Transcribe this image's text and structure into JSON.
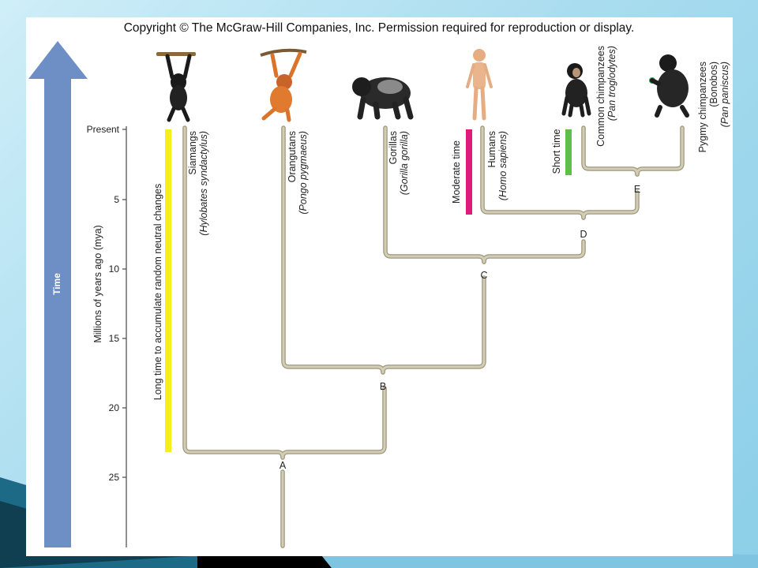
{
  "copyright": "Copyright © The McGraw-Hill Companies, Inc. Permission required for reproduction or display.",
  "time_arrow_label": "Time",
  "axis": {
    "title": "Millions of years ago (mya)",
    "ticks": [
      {
        "value": 0,
        "label": "Present"
      },
      {
        "value": 5,
        "label": "5"
      },
      {
        "value": 10,
        "label": "10"
      },
      {
        "value": 15,
        "label": "15"
      },
      {
        "value": 20,
        "label": "20"
      },
      {
        "value": 25,
        "label": "25"
      }
    ]
  },
  "species": [
    {
      "id": "siamang",
      "name": "Siamangs",
      "sci": "(Hylobates syndactylus)"
    },
    {
      "id": "orangutan",
      "name": "Orangutans",
      "sci": "(Pongo pygmaeus)"
    },
    {
      "id": "gorilla",
      "name": "Gorillas",
      "sci": "(Gorilla gorilla)"
    },
    {
      "id": "human",
      "name": "Humans",
      "sci": "(Homo sapiens)"
    },
    {
      "id": "chimp",
      "name": "Common chimpanzees",
      "sci": "(Pan troglodytes)"
    },
    {
      "id": "bonobo",
      "name": "Pygmy chimpanzees",
      "alt": "(Bonobos)",
      "sci": "(Pan paniscus)"
    }
  ],
  "nodes": [
    {
      "id": "A",
      "label": "A"
    },
    {
      "id": "B",
      "label": "B"
    },
    {
      "id": "C",
      "label": "C"
    },
    {
      "id": "D",
      "label": "D"
    },
    {
      "id": "E",
      "label": "E"
    }
  ],
  "time_bars": [
    {
      "id": "long",
      "label": "Long time to accumulate random neutral changes",
      "color": "#f4ee1a"
    },
    {
      "id": "moderate",
      "label": "Moderate time",
      "color": "#e0197d"
    },
    {
      "id": "short",
      "label": "Short time",
      "color": "#5dbf4a"
    }
  ],
  "colors": {
    "branch": "#c8c2a6",
    "branch_edge": "#9d977c",
    "time_arrow": "#6e8fc6",
    "background": "#a9dcef"
  }
}
